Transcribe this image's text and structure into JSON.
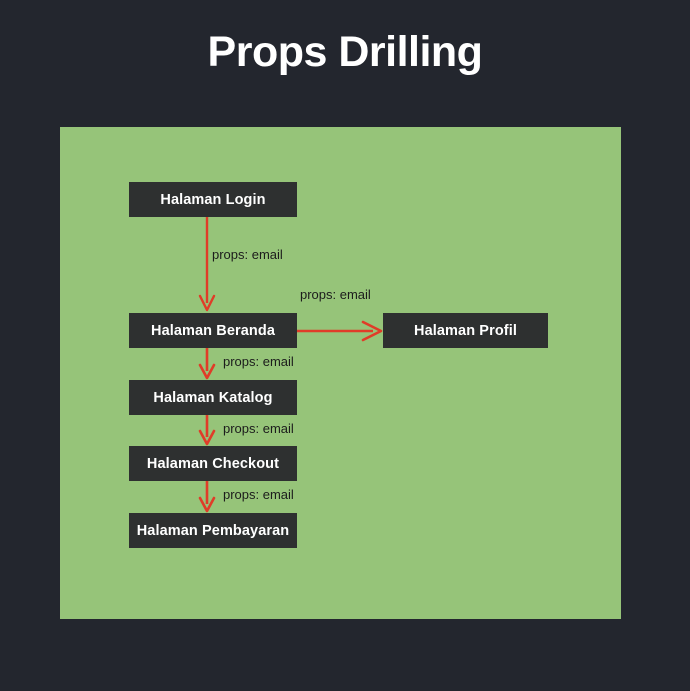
{
  "page": {
    "title": "Props Drilling",
    "background_color": "#23262e",
    "panel_color": "#96c479",
    "node_color": "#2e3030",
    "node_text_color": "#ffffff",
    "arrow_color": "#e03c28",
    "label_text_color": "#1c1c1c"
  },
  "diagram": {
    "type": "flow-diagram",
    "nodes": [
      {
        "id": "login",
        "label": "Halaman Login"
      },
      {
        "id": "beranda",
        "label": "Halaman Beranda"
      },
      {
        "id": "profil",
        "label": "Halaman Profil"
      },
      {
        "id": "katalog",
        "label": "Halaman Katalog"
      },
      {
        "id": "checkout",
        "label": "Halaman Checkout"
      },
      {
        "id": "pembayaran",
        "label": "Halaman Pembayaran"
      }
    ],
    "edges": [
      {
        "from": "login",
        "to": "beranda",
        "label": "props: email",
        "direction": "down"
      },
      {
        "from": "beranda",
        "to": "profil",
        "label": "props: email",
        "direction": "right"
      },
      {
        "from": "beranda",
        "to": "katalog",
        "label": "props: email",
        "direction": "down"
      },
      {
        "from": "katalog",
        "to": "checkout",
        "label": "props: email",
        "direction": "down"
      },
      {
        "from": "checkout",
        "to": "pembayaran",
        "label": "props: email",
        "direction": "down"
      }
    ]
  }
}
